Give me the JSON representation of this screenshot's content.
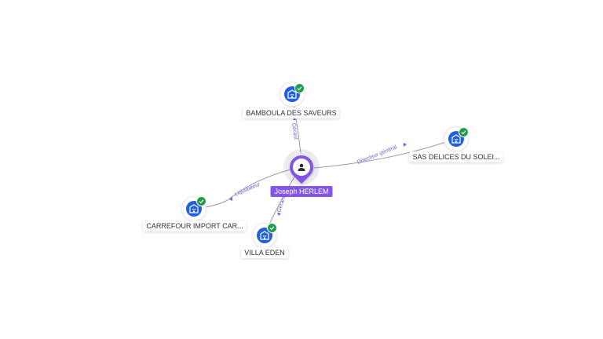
{
  "center": {
    "name": "Joseph HERLEM",
    "icon": "person-icon"
  },
  "companies": [
    {
      "id": "bamboula",
      "name": "BAMBOULA DES SAVEURS",
      "icon": "building-icon",
      "verified": true
    },
    {
      "id": "sas-delices",
      "name": "SAS DELICES DU SOLEI...",
      "icon": "building-icon",
      "verified": true
    },
    {
      "id": "carrefour",
      "name": "CARREFOUR IMPORT CAR...",
      "icon": "building-icon",
      "verified": true
    },
    {
      "id": "villa-eden",
      "name": "VILLA EDEN",
      "icon": "building-icon",
      "verified": true
    }
  ],
  "edges": [
    {
      "to": "bamboula",
      "label": "Gérant"
    },
    {
      "to": "sas-delices",
      "label": "Directeur général"
    },
    {
      "to": "carrefour",
      "label": "Liquidateur"
    },
    {
      "to": "villa-eden",
      "label": "Gérant"
    }
  ],
  "colors": {
    "person": "#8256e8",
    "company": "#1f5fe0",
    "verified": "#1e9e4a",
    "edge_label": "#7c5cd6"
  }
}
